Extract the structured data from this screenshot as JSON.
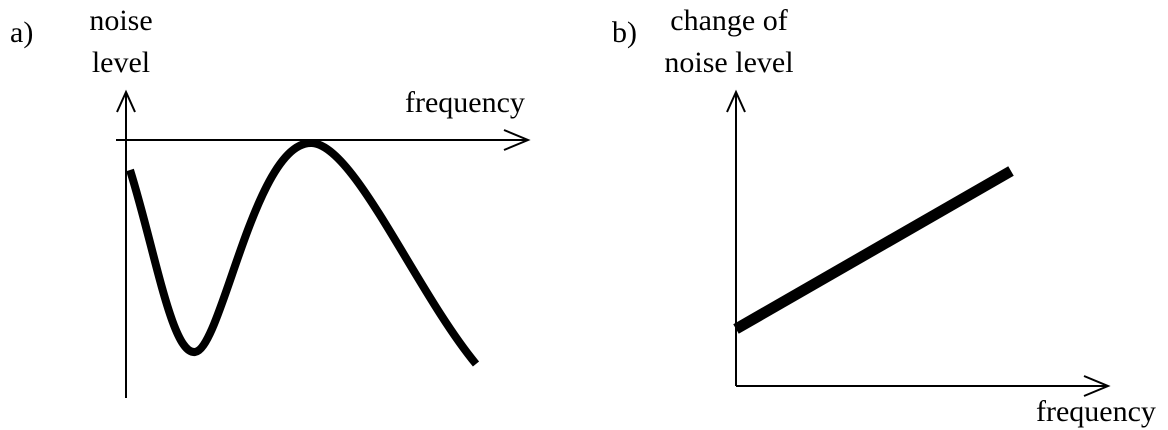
{
  "panels": [
    {
      "id": "a",
      "tag": "a)",
      "y_label_lines": [
        "noise",
        "level"
      ],
      "x_label": "frequency"
    },
    {
      "id": "b",
      "tag": "b)",
      "y_label_lines": [
        "change of",
        "noise level"
      ],
      "x_label": "frequency"
    }
  ],
  "colors": {
    "ink": "#000000",
    "background": "#ffffff"
  }
}
